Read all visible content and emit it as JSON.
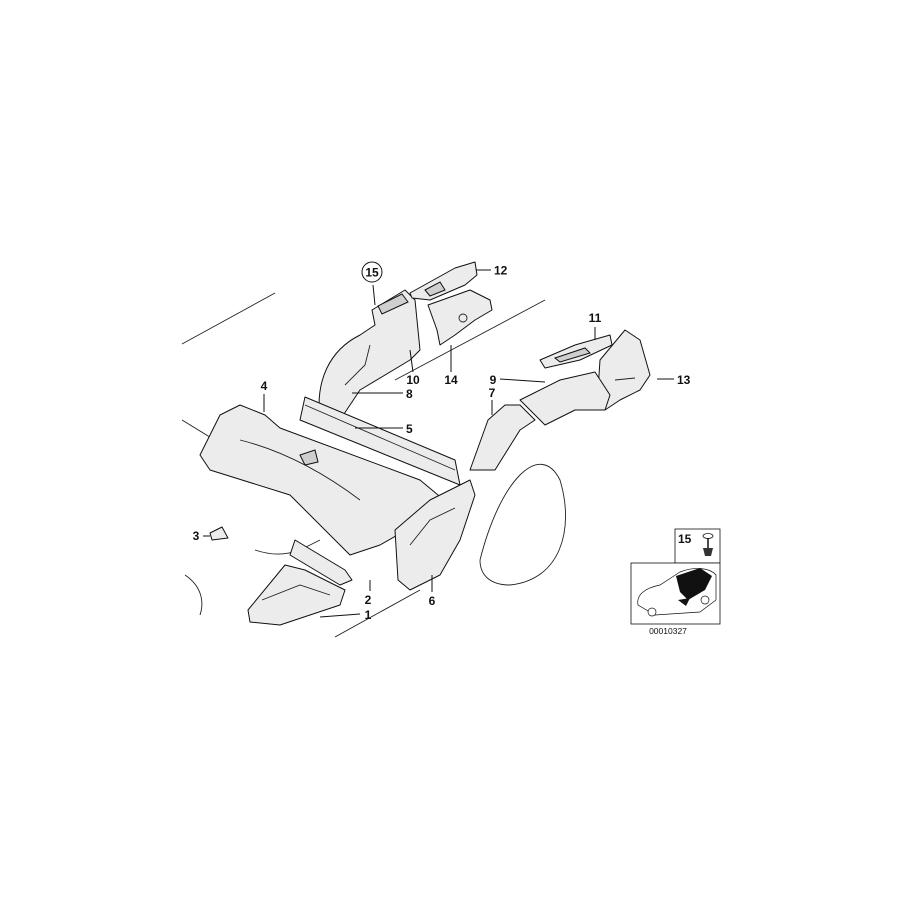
{
  "diagram": {
    "callouts": {
      "c1": "1",
      "c2": "2",
      "c3": "3",
      "c4": "4",
      "c5": "5",
      "c6": "6",
      "c7": "7",
      "c8": "8",
      "c9": "9",
      "c10": "10",
      "c11": "11",
      "c12": "12",
      "c13": "13",
      "c14": "14",
      "c15": "15"
    },
    "inset": {
      "label": "15",
      "code": "00010327"
    }
  }
}
